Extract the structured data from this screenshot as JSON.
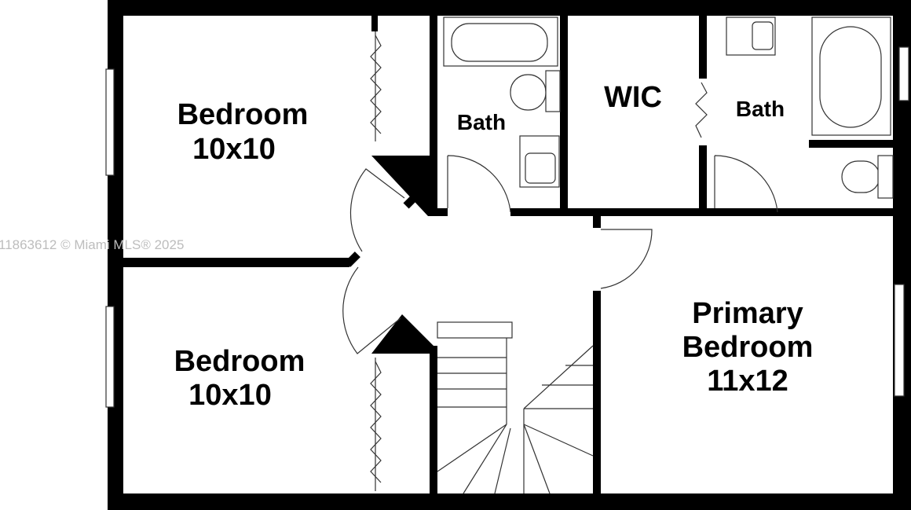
{
  "floor_plan": {
    "rooms": [
      {
        "name": "Bedroom",
        "size": "10x10"
      },
      {
        "name": "Bedroom",
        "size": "10x10"
      },
      {
        "name": "Bath"
      },
      {
        "name": "WIC"
      },
      {
        "name": "Bath"
      },
      {
        "name": "Primary",
        "name2": "Bedroom",
        "size": "11x12"
      }
    ]
  },
  "watermark": "11863612 © Miami MLS® 2025",
  "colors": {
    "walls": "#000000",
    "background": "#ffffff",
    "watermark": "#bdbdbd"
  }
}
